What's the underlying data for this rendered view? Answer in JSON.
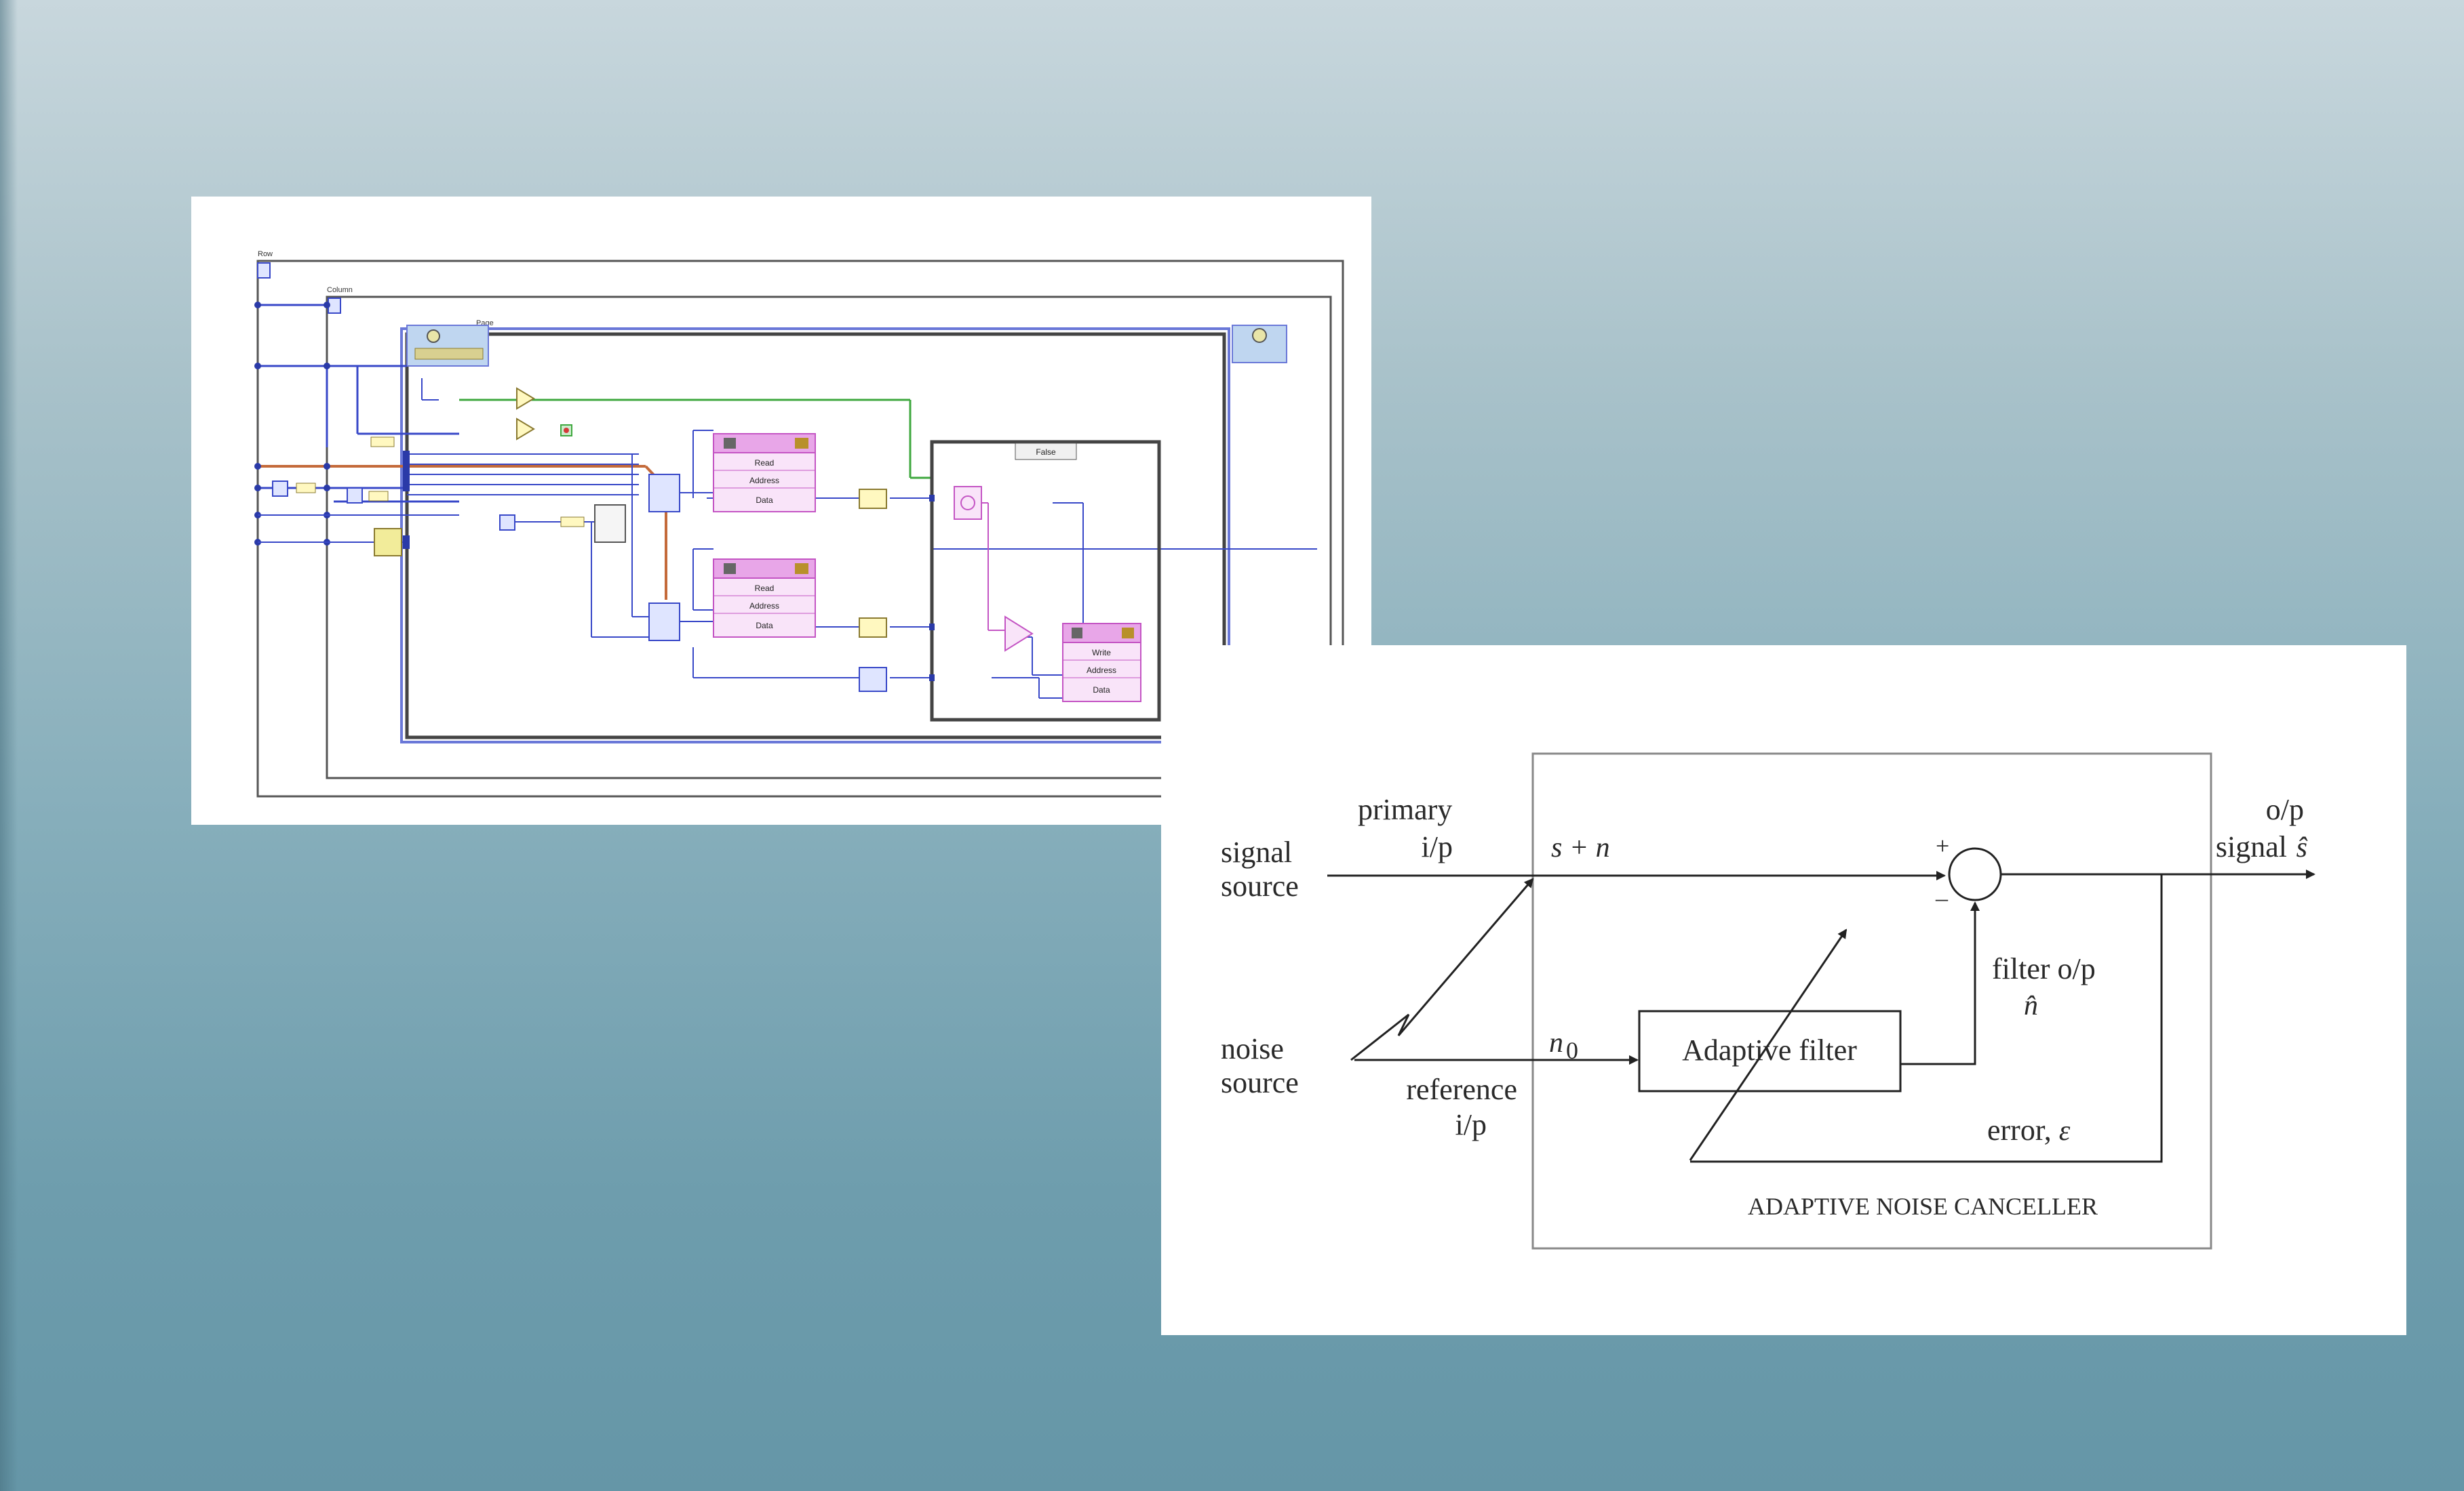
{
  "labview": {
    "frames": {
      "row": "Row",
      "column": "Column",
      "page": "Page"
    },
    "case_selector": "False",
    "memory_blocks": [
      {
        "op": "Read",
        "address": "Address",
        "data": "Data"
      },
      {
        "op": "Read",
        "address": "Address",
        "data": "Data"
      },
      {
        "op": "Write",
        "address": "Address",
        "data": "Data"
      }
    ]
  },
  "anc": {
    "signal_source": [
      "signal",
      "source"
    ],
    "noise_source": [
      "noise",
      "source"
    ],
    "primary_input": [
      "primary",
      "i/p"
    ],
    "reference_input": [
      "reference",
      "i/p"
    ],
    "s_plus_n": "s + n",
    "n_zero": "n",
    "n_zero_sub": "0",
    "plus_sign": "+",
    "minus_sign": "–",
    "adaptive_filter": "Adaptive filter",
    "filter_output": "filter o/p",
    "filter_output_symbol": "n̂",
    "output_signal": [
      "o/p",
      "signal"
    ],
    "output_symbol": "ŝ",
    "error": "error, ",
    "error_symbol": "ε",
    "box_title": "ADAPTIVE NOISE CANCELLER"
  },
  "colors": {
    "blue_wire": "#3848c8",
    "orange_wire": "#c46a3a",
    "green_wire": "#3fa83f",
    "pink_block": "#e8a6e8",
    "magenta_header": "#c455c4"
  }
}
